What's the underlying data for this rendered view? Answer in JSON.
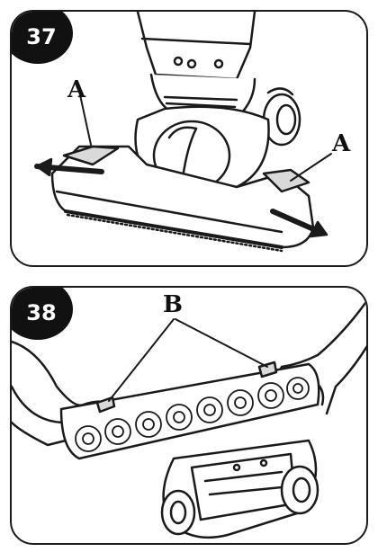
{
  "steps": [
    {
      "number": "37",
      "callouts": [
        "A",
        "A"
      ]
    },
    {
      "number": "38",
      "callouts": [
        "B"
      ]
    }
  ],
  "colors": {
    "line": "#1a1a1a",
    "fill": "#ffffff",
    "shade": "#d9d9d9"
  }
}
